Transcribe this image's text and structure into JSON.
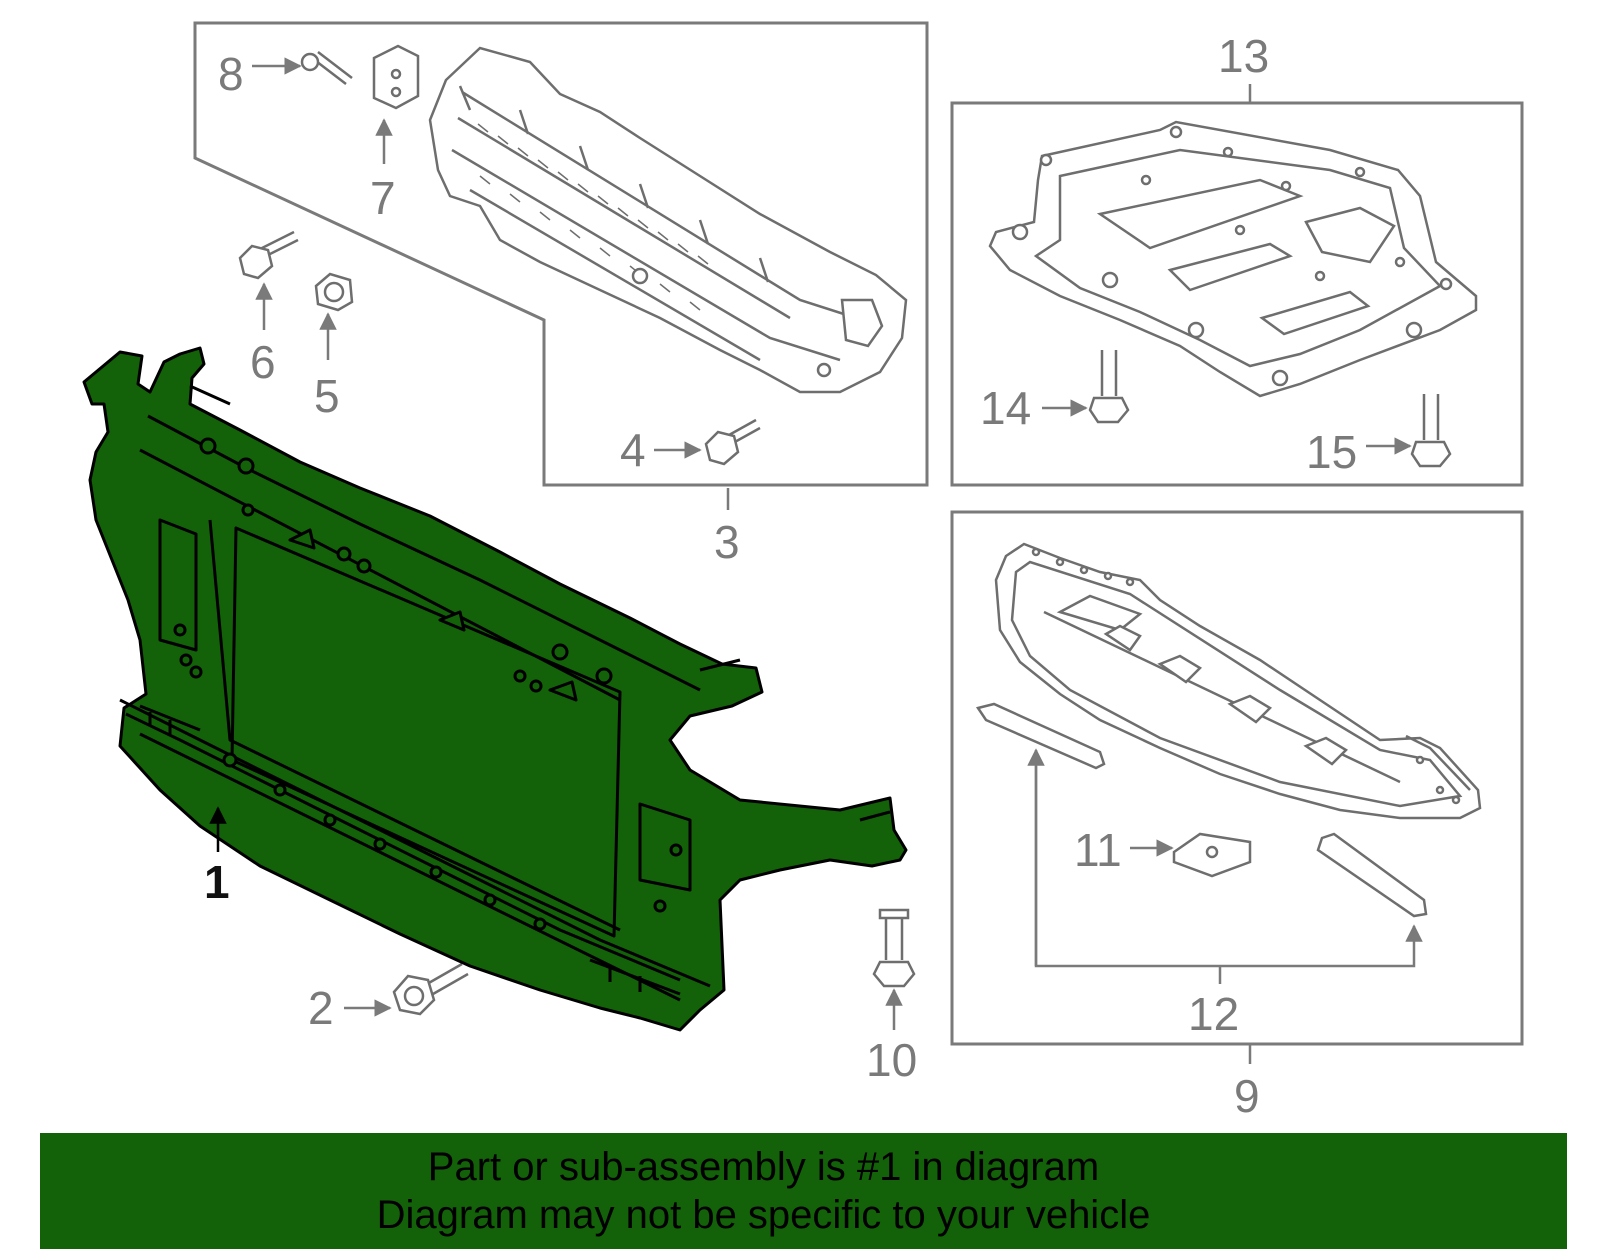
{
  "callouts": {
    "c1": "1",
    "c2": "2",
    "c3": "3",
    "c4": "4",
    "c5": "5",
    "c6": "6",
    "c7": "7",
    "c8": "8",
    "c9": "9",
    "c10": "10",
    "c11": "11",
    "c12": "12",
    "c13": "13",
    "c14": "14",
    "c15": "15"
  },
  "banner": {
    "line1": "Part or sub-assembly is #1 in diagram",
    "line2": "Diagram may not be specific to your vehicle"
  },
  "colors": {
    "highlight_fill": "#136108",
    "banner_bg": "#136108",
    "line_gray": "#7a7a7a",
    "outline": "#000000"
  },
  "icons": {
    "highlighted_part": "radiator-support-panel",
    "arrow": "callout-arrow"
  }
}
